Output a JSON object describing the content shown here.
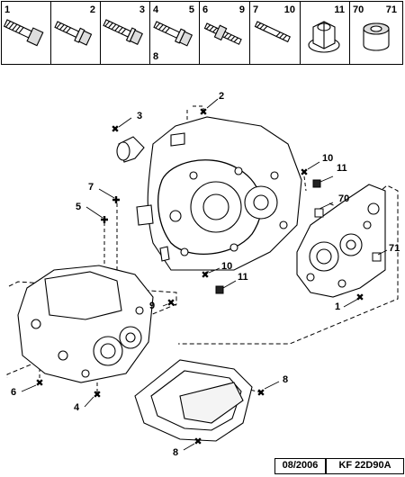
{
  "header": {
    "cells": [
      {
        "num_left": "1",
        "num_right": ""
      },
      {
        "num_left": "",
        "num_right": "2"
      },
      {
        "num_left": "",
        "num_right": "3"
      },
      {
        "num_left": "4",
        "num_right": "5",
        "num_bottom": "8"
      },
      {
        "num_left": "6",
        "num_right": "9"
      },
      {
        "num_left": "7",
        "num_right": "10"
      },
      {
        "num_left": "",
        "num_right": "11"
      },
      {
        "num_left": "70",
        "num_right": "71"
      }
    ]
  },
  "callouts": [
    {
      "label": "1"
    },
    {
      "label": "2"
    },
    {
      "label": "3"
    },
    {
      "label": "4"
    },
    {
      "label": "5"
    },
    {
      "label": "6"
    },
    {
      "label": "7"
    },
    {
      "label": "8"
    },
    {
      "label": "8"
    },
    {
      "label": "9"
    },
    {
      "label": "10"
    },
    {
      "label": "10"
    },
    {
      "label": "11"
    },
    {
      "label": "11"
    },
    {
      "label": "70"
    },
    {
      "label": "71"
    }
  ],
  "footer": {
    "date": "08/2006",
    "code": "KF 22D90A"
  }
}
